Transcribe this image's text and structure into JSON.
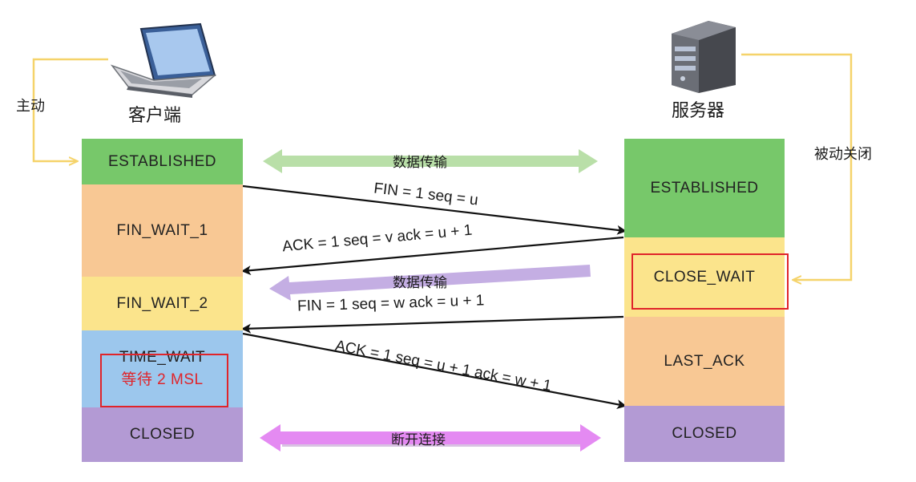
{
  "client": {
    "title": "客户端",
    "initiator_label": "主动",
    "states": {
      "established": "ESTABLISHED",
      "fin_wait_1": "FIN_WAIT_1",
      "fin_wait_2": "FIN_WAIT_2",
      "time_wait": "TIME_WAIT",
      "time_wait_note": "等待 2 MSL",
      "closed": "CLOSED"
    }
  },
  "server": {
    "title": "服务器",
    "passive_label": "被动关闭",
    "states": {
      "established": "ESTABLISHED",
      "close_wait": "CLOSE_WAIT",
      "last_ack": "LAST_ACK",
      "closed": "CLOSED"
    }
  },
  "messages": {
    "fin1": "FIN = 1 seq = u",
    "ack1": "ACK = 1 seq = v ack = u + 1",
    "fin2": "FIN = 1 seq = w ack = u + 1",
    "ack2": "ACK = 1 seq = u + 1 ack = w + 1"
  },
  "transfers": {
    "data_both": "数据传输",
    "data_to_client": "数据传输",
    "disconnect": "断开连接"
  },
  "colors": {
    "established": "#77c86a",
    "fin_wait_1": "#f8c894",
    "fin_wait_2": "#fbe48c",
    "time_wait": "#9cc7ed",
    "closed": "#b39ad4",
    "close_wait": "#fbe48c",
    "last_ack": "#f8c894",
    "highlight": "#e0242a",
    "bracket": "#f5d36a"
  },
  "icons": {
    "client": "laptop-icon",
    "server": "server-tower-icon"
  }
}
